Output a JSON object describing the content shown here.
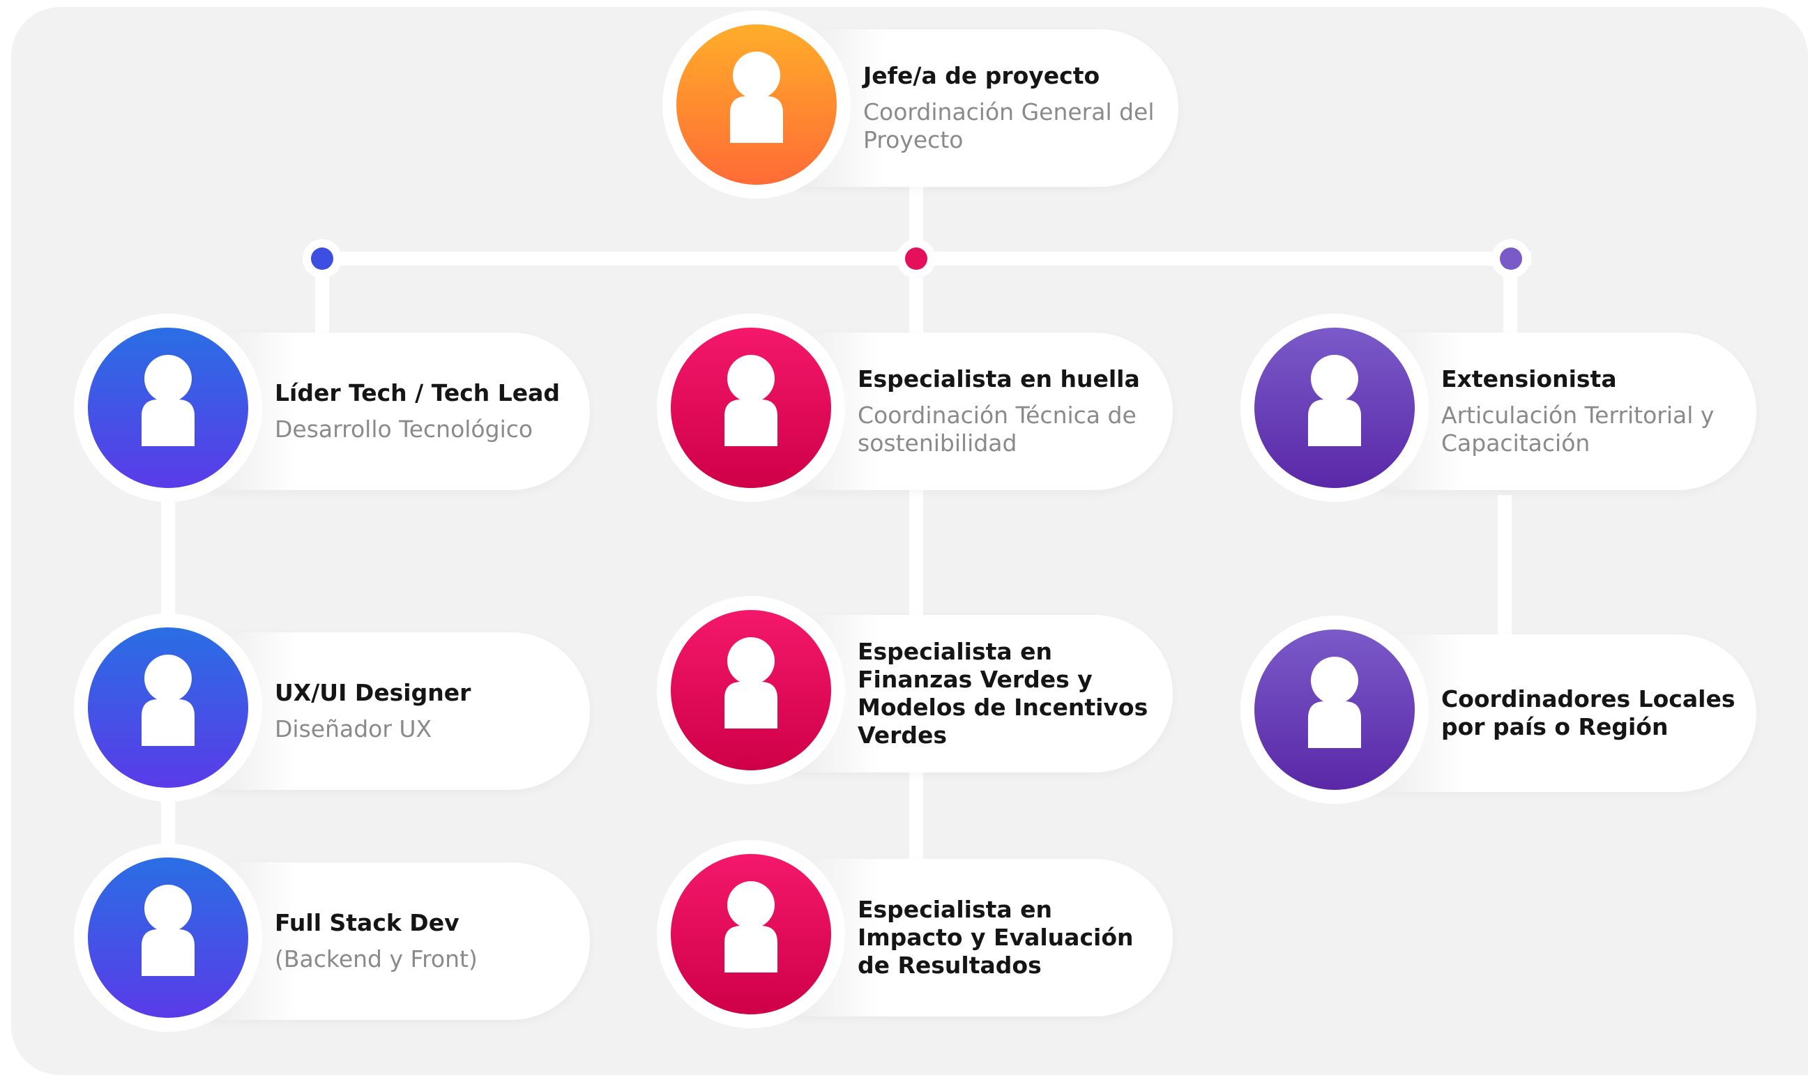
{
  "colors": {
    "orange": "#ff8a2f",
    "blue": "#3b4fe6",
    "pink": "#e4105a",
    "purple": "#6a3fb8",
    "dot_blue": "#3d4fe0",
    "dot_pink": "#e4105a",
    "dot_purple": "#7a5ac8"
  },
  "nodes": [
    {
      "id": "jefe",
      "title": "Jefe/a de proyecto",
      "subtitle": "Coordinación General del Proyecto",
      "color": "orange",
      "icon": "person-icon"
    },
    {
      "id": "lider-tech",
      "title": "Líder Tech / Tech Lead",
      "subtitle": "Desarrollo Tecnológico",
      "color": "blue",
      "icon": "person-icon"
    },
    {
      "id": "ux-ui",
      "title": "UX/UI Designer",
      "subtitle": "Diseñador UX",
      "color": "blue",
      "icon": "person-icon"
    },
    {
      "id": "full-stack",
      "title": "Full Stack Dev",
      "subtitle": "(Backend y Front)",
      "color": "blue",
      "icon": "person-icon"
    },
    {
      "id": "huella",
      "title": "Especialista en huella",
      "subtitle": "Coordinación Técnica de sostenibilidad",
      "color": "pink",
      "icon": "person-icon"
    },
    {
      "id": "finanzas",
      "title": "Especialista en Finanzas Verdes y Modelos de Incentivos Verdes",
      "subtitle": "",
      "color": "pink",
      "icon": "person-icon"
    },
    {
      "id": "impacto",
      "title": "Especialista en Impacto y Evaluación de Resultados",
      "subtitle": "",
      "color": "pink",
      "icon": "person-icon"
    },
    {
      "id": "extensionista",
      "title": "Extensionista",
      "subtitle": "Articulación Territorial y Capacitación",
      "color": "purple",
      "icon": "person-icon"
    },
    {
      "id": "coordinadores",
      "title": "Coordinadores Locales por país o Región",
      "subtitle": "",
      "color": "purple",
      "icon": "person-icon"
    }
  ]
}
